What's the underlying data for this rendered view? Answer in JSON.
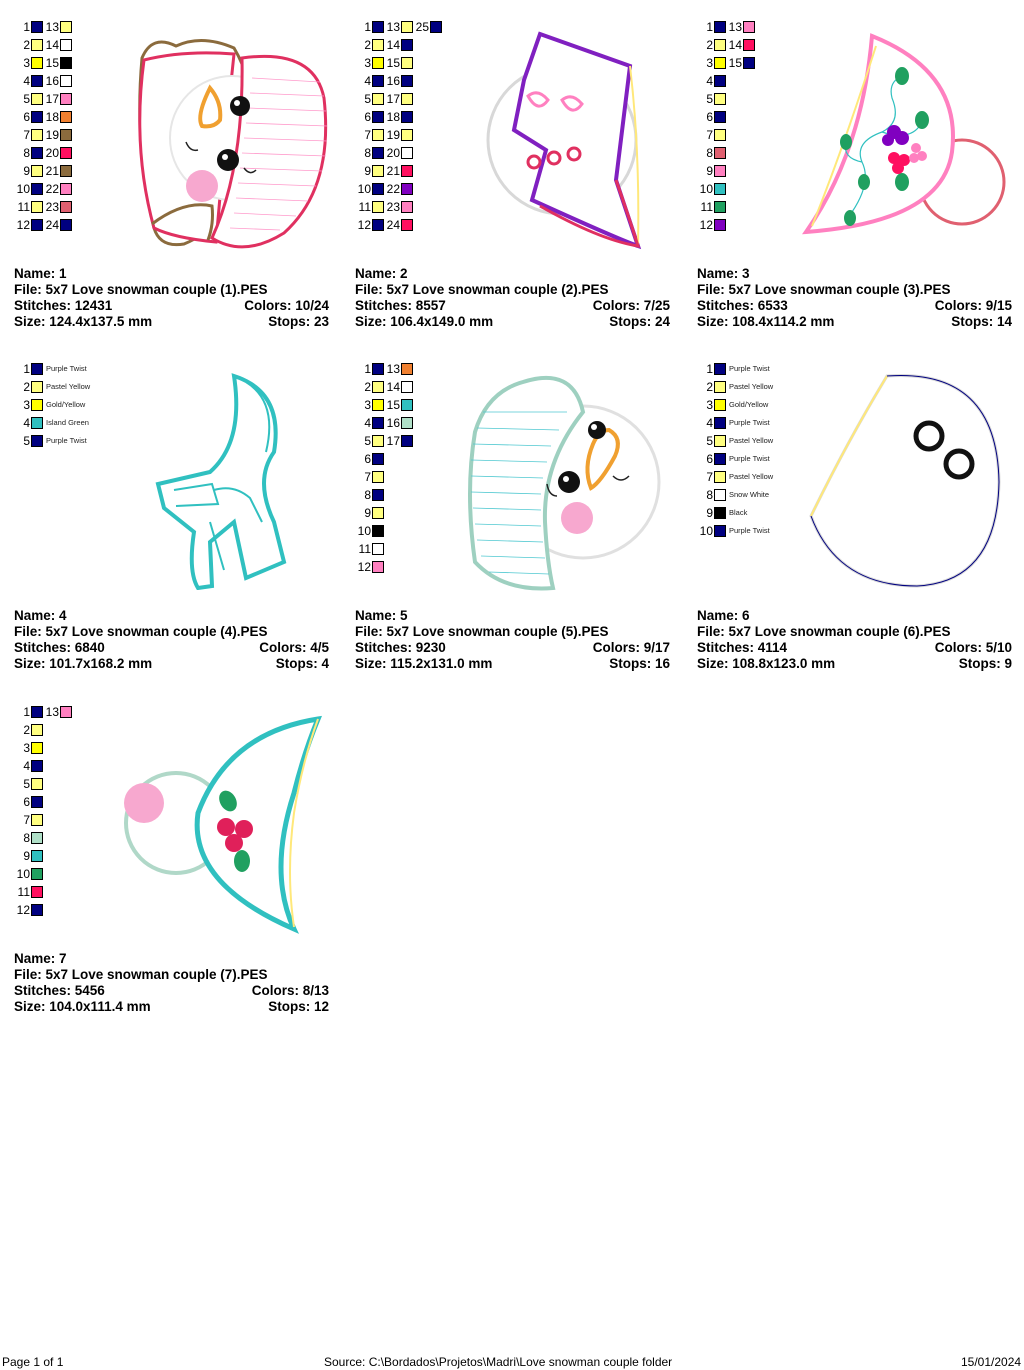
{
  "designs": [
    {
      "name_label": "Name: 1",
      "file_label": "File: 5x7 Love snowman couple (1).PES",
      "stitches_label": "Stitches: 12431",
      "colors_label": "Colors: 10/24",
      "size_label": "Size: 124.4x137.5 mm",
      "stops_label": "Stops: 23",
      "swatches": [
        [
          {
            "n": "1",
            "c": "#000080"
          },
          {
            "n": "13",
            "c": "#FFFF80"
          }
        ],
        [
          {
            "n": "2",
            "c": "#FFFF80"
          },
          {
            "n": "14",
            "c": "#FFFFFF"
          }
        ],
        [
          {
            "n": "3",
            "c": "#FFFF00"
          },
          {
            "n": "15",
            "c": "#000000"
          }
        ],
        [
          {
            "n": "4",
            "c": "#000080"
          },
          {
            "n": "16",
            "c": "#FFFFFF"
          }
        ],
        [
          {
            "n": "5",
            "c": "#FFFF80"
          },
          {
            "n": "17",
            "c": "#FF80C0"
          }
        ],
        [
          {
            "n": "6",
            "c": "#000080"
          },
          {
            "n": "18",
            "c": "#F08030"
          }
        ],
        [
          {
            "n": "7",
            "c": "#FFFF80"
          },
          {
            "n": "19",
            "c": "#8B6B3D"
          }
        ],
        [
          {
            "n": "8",
            "c": "#000080"
          },
          {
            "n": "20",
            "c": "#FF1060"
          }
        ],
        [
          {
            "n": "9",
            "c": "#FFFF80"
          },
          {
            "n": "21",
            "c": "#8B6B3D"
          }
        ],
        [
          {
            "n": "10",
            "c": "#000080"
          },
          {
            "n": "22",
            "c": "#FF80C0"
          }
        ],
        [
          {
            "n": "11",
            "c": "#FFFF80"
          },
          {
            "n": "23",
            "c": "#E06070"
          }
        ],
        [
          {
            "n": "12",
            "c": "#000080"
          },
          {
            "n": "24",
            "c": "#000080"
          }
        ]
      ]
    },
    {
      "name_label": "Name: 2",
      "file_label": "File: 5x7 Love snowman couple (2).PES",
      "stitches_label": "Stitches: 8557",
      "colors_label": "Colors: 7/25",
      "size_label": "Size: 106.4x149.0 mm",
      "stops_label": "Stops: 24",
      "swatches": [
        [
          {
            "n": "1",
            "c": "#000080"
          },
          {
            "n": "13",
            "c": "#FFFF80"
          },
          {
            "n": "25",
            "c": "#000080"
          }
        ],
        [
          {
            "n": "2",
            "c": "#FFFF80"
          },
          {
            "n": "14",
            "c": "#000080"
          }
        ],
        [
          {
            "n": "3",
            "c": "#FFFF00"
          },
          {
            "n": "15",
            "c": "#FFFF80"
          }
        ],
        [
          {
            "n": "4",
            "c": "#000080"
          },
          {
            "n": "16",
            "c": "#000080"
          }
        ],
        [
          {
            "n": "5",
            "c": "#FFFF80"
          },
          {
            "n": "17",
            "c": "#FFFF80"
          }
        ],
        [
          {
            "n": "6",
            "c": "#000080"
          },
          {
            "n": "18",
            "c": "#000080"
          }
        ],
        [
          {
            "n": "7",
            "c": "#FFFF80"
          },
          {
            "n": "19",
            "c": "#FFFF80"
          }
        ],
        [
          {
            "n": "8",
            "c": "#000080"
          },
          {
            "n": "20",
            "c": "#FFFFFF"
          }
        ],
        [
          {
            "n": "9",
            "c": "#FFFF80"
          },
          {
            "n": "21",
            "c": "#FF1060"
          }
        ],
        [
          {
            "n": "10",
            "c": "#000080"
          },
          {
            "n": "22",
            "c": "#8000C0"
          }
        ],
        [
          {
            "n": "11",
            "c": "#FFFF80"
          },
          {
            "n": "23",
            "c": "#FF80C0"
          }
        ],
        [
          {
            "n": "12",
            "c": "#000080"
          },
          {
            "n": "24",
            "c": "#FF1060"
          }
        ]
      ]
    },
    {
      "name_label": "Name: 3",
      "file_label": "File: 5x7 Love snowman couple (3).PES",
      "stitches_label": "Stitches: 6533",
      "colors_label": "Colors: 9/15",
      "size_label": "Size: 108.4x114.2 mm",
      "stops_label": "Stops: 14",
      "swatches": [
        [
          {
            "n": "1",
            "c": "#000080"
          },
          {
            "n": "13",
            "c": "#FF80C0"
          }
        ],
        [
          {
            "n": "2",
            "c": "#FFFF80"
          },
          {
            "n": "14",
            "c": "#FF1060"
          }
        ],
        [
          {
            "n": "3",
            "c": "#FFFF00"
          },
          {
            "n": "15",
            "c": "#000080"
          }
        ],
        [
          {
            "n": "4",
            "c": "#000080"
          }
        ],
        [
          {
            "n": "5",
            "c": "#FFFF80"
          }
        ],
        [
          {
            "n": "6",
            "c": "#000080"
          }
        ],
        [
          {
            "n": "7",
            "c": "#FFFF80"
          }
        ],
        [
          {
            "n": "8",
            "c": "#E06070"
          }
        ],
        [
          {
            "n": "9",
            "c": "#FF80C0"
          }
        ],
        [
          {
            "n": "10",
            "c": "#30C0C0"
          }
        ],
        [
          {
            "n": "11",
            "c": "#20A060"
          }
        ],
        [
          {
            "n": "12",
            "c": "#8000C0"
          }
        ]
      ]
    },
    {
      "name_label": "Name: 4",
      "file_label": "File: 5x7 Love snowman couple (4).PES",
      "stitches_label": "Stitches: 6840",
      "colors_label": "Colors: 4/5",
      "size_label": "Size: 101.7x168.2 mm",
      "stops_label": "Stops: 4",
      "swatches": [
        [
          {
            "n": "1",
            "c": "#000080",
            "t": "Purple Twist"
          }
        ],
        [
          {
            "n": "2",
            "c": "#FFFF80",
            "t": "Pastel Yellow"
          }
        ],
        [
          {
            "n": "3",
            "c": "#FFFF00",
            "t": "Gold/Yellow"
          }
        ],
        [
          {
            "n": "4",
            "c": "#30C0C0",
            "t": "Island Green"
          }
        ],
        [
          {
            "n": "5",
            "c": "#000080",
            "t": "Purple Twist"
          }
        ]
      ]
    },
    {
      "name_label": "Name: 5",
      "file_label": "File: 5x7 Love snowman couple (5).PES",
      "stitches_label": "Stitches: 9230",
      "colors_label": "Colors: 9/17",
      "size_label": "Size: 115.2x131.0 mm",
      "stops_label": "Stops: 16",
      "swatches": [
        [
          {
            "n": "1",
            "c": "#000080"
          },
          {
            "n": "13",
            "c": "#F08030"
          }
        ],
        [
          {
            "n": "2",
            "c": "#FFFF80"
          },
          {
            "n": "14",
            "c": "#FFFFFF"
          }
        ],
        [
          {
            "n": "3",
            "c": "#FFFF00"
          },
          {
            "n": "15",
            "c": "#30C0C0"
          }
        ],
        [
          {
            "n": "4",
            "c": "#000080"
          },
          {
            "n": "16",
            "c": "#B0E0C8"
          }
        ],
        [
          {
            "n": "5",
            "c": "#FFFF80"
          },
          {
            "n": "17",
            "c": "#000080"
          }
        ],
        [
          {
            "n": "6",
            "c": "#000080"
          }
        ],
        [
          {
            "n": "7",
            "c": "#FFFF80"
          }
        ],
        [
          {
            "n": "8",
            "c": "#000080"
          }
        ],
        [
          {
            "n": "9",
            "c": "#FFFF80"
          }
        ],
        [
          {
            "n": "10",
            "c": "#000000"
          }
        ],
        [
          {
            "n": "11",
            "c": "#FFFFFF"
          }
        ],
        [
          {
            "n": "12",
            "c": "#FF80C0"
          }
        ]
      ]
    },
    {
      "name_label": "Name: 6",
      "file_label": "File: 5x7 Love snowman couple (6).PES",
      "stitches_label": "Stitches: 4114",
      "colors_label": "Colors: 5/10",
      "size_label": "Size: 108.8x123.0 mm",
      "stops_label": "Stops: 9",
      "swatches": [
        [
          {
            "n": "1",
            "c": "#000080",
            "t": "Purple Twist"
          }
        ],
        [
          {
            "n": "2",
            "c": "#FFFF80",
            "t": "Pastel Yellow"
          }
        ],
        [
          {
            "n": "3",
            "c": "#FFFF00",
            "t": "Gold/Yellow"
          }
        ],
        [
          {
            "n": "4",
            "c": "#000080",
            "t": "Purple Twist"
          }
        ],
        [
          {
            "n": "5",
            "c": "#FFFF80",
            "t": "Pastel Yellow"
          }
        ],
        [
          {
            "n": "6",
            "c": "#000080",
            "t": "Purple Twist"
          }
        ],
        [
          {
            "n": "7",
            "c": "#FFFF80",
            "t": "Pastel Yellow"
          }
        ],
        [
          {
            "n": "8",
            "c": "#FFFFFF",
            "t": "Snow White"
          }
        ],
        [
          {
            "n": "9",
            "c": "#000000",
            "t": "Black"
          }
        ],
        [
          {
            "n": "10",
            "c": "#000080",
            "t": "Purple Twist"
          }
        ]
      ]
    },
    {
      "name_label": "Name: 7",
      "file_label": "File: 5x7 Love snowman couple (7).PES",
      "stitches_label": "Stitches: 5456",
      "colors_label": "Colors: 8/13",
      "size_label": "Size: 104.0x111.4 mm",
      "stops_label": "Stops: 12",
      "swatches": [
        [
          {
            "n": "1",
            "c": "#000080"
          },
          {
            "n": "13",
            "c": "#FF80C0"
          }
        ],
        [
          {
            "n": "2",
            "c": "#FFFF80"
          }
        ],
        [
          {
            "n": "3",
            "c": "#FFFF00"
          }
        ],
        [
          {
            "n": "4",
            "c": "#000080"
          }
        ],
        [
          {
            "n": "5",
            "c": "#FFFF80"
          }
        ],
        [
          {
            "n": "6",
            "c": "#000080"
          }
        ],
        [
          {
            "n": "7",
            "c": "#FFFF80"
          }
        ],
        [
          {
            "n": "8",
            "c": "#B0E0C8"
          }
        ],
        [
          {
            "n": "9",
            "c": "#30C0C0"
          }
        ],
        [
          {
            "n": "10",
            "c": "#20A060"
          }
        ],
        [
          {
            "n": "11",
            "c": "#FF1060"
          }
        ],
        [
          {
            "n": "12",
            "c": "#000080"
          }
        ]
      ]
    }
  ],
  "footer": {
    "page": "Page 1 of 1",
    "source": "Source: C:\\Bordados\\Projetos\\Madri\\Love snowman couple folder",
    "date": "15/01/2024"
  }
}
